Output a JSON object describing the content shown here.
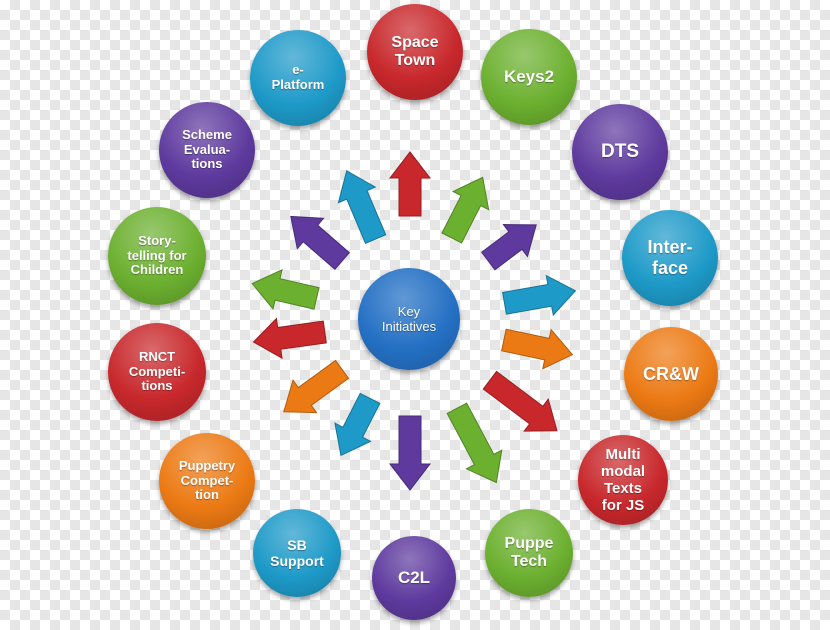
{
  "diagram": {
    "center": {
      "label": "Key\nInitiatives",
      "color": "#2470C4"
    },
    "nodes": [
      {
        "id": "space-town",
        "label": "Space\nTown",
        "color": "#C8282C"
      },
      {
        "id": "keys2",
        "label": "Keys2",
        "color": "#6CB030"
      },
      {
        "id": "dts",
        "label": "DTS",
        "color": "#5E3A9E"
      },
      {
        "id": "interface",
        "label": "Inter-\nface",
        "color": "#1E9AC8"
      },
      {
        "id": "crw",
        "label": "CR&W",
        "color": "#EC7A14"
      },
      {
        "id": "multimodal",
        "label": "Multi\nmodal\nTexts\nfor JS",
        "color": "#C8282C"
      },
      {
        "id": "puppe-tech",
        "label": "Puppe\nTech",
        "color": "#6CB030"
      },
      {
        "id": "c2l",
        "label": "C2L",
        "color": "#5E3A9E"
      },
      {
        "id": "sb-support",
        "label": "SB\nSupport",
        "color": "#1E9AC8"
      },
      {
        "id": "puppetry-competition",
        "label": "Puppetry\nCompet-\ntion",
        "color": "#EC7A14"
      },
      {
        "id": "rnct-competitions",
        "label": "RNCT\nCompeti-\ntions",
        "color": "#C8282C"
      },
      {
        "id": "storytelling",
        "label": "Story-\ntelling for\nChildren",
        "color": "#6CB030"
      },
      {
        "id": "scheme-evaluations",
        "label": "Scheme\nEvalua-\ntions",
        "color": "#5E3A9E"
      },
      {
        "id": "e-platform",
        "label": "e-\nPlatform",
        "color": "#1E9AC8"
      }
    ]
  }
}
